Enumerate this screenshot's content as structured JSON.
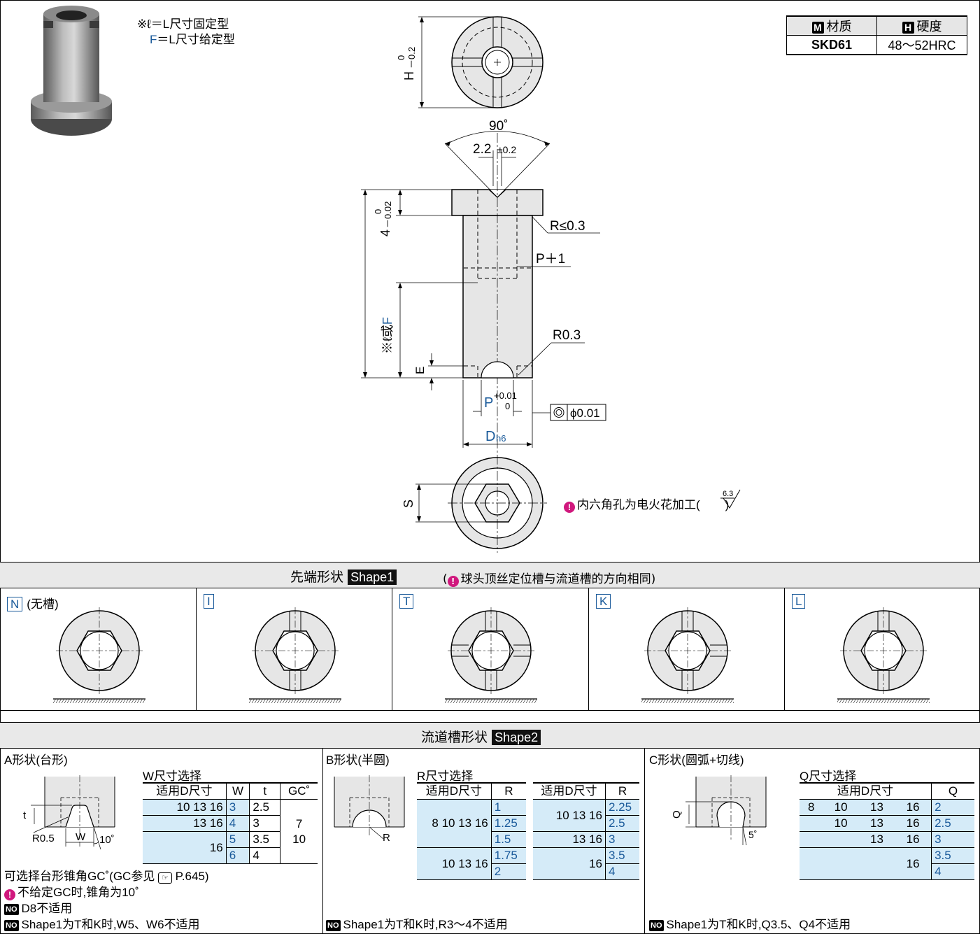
{
  "notes": {
    "l_fixed": "※ℓ＝L尺寸固定型",
    "f_given_prefix": "F",
    "f_given_rest": "＝L尺寸给定型"
  },
  "material_table": {
    "material_badge": "M",
    "material_header": "材质",
    "hardness_badge": "H",
    "hardness_header": "硬度",
    "material_value": "SKD61",
    "hardness_value": "48～52HRC"
  },
  "drawing": {
    "h_tol_main": "H",
    "h_tol_upper": "0",
    "h_tol_lower": "－0.2",
    "angle": "90˚",
    "groove_width": "2.2",
    "groove_tol": "±0.2",
    "head_height": "4",
    "head_tol_upper": "0",
    "head_tol_lower": "－0.02",
    "r_corner": "R≤0.3",
    "p_plus_1": "P＋1",
    "l_or_f_prefix": "※ℓ或",
    "l_or_f_suffix": "F",
    "r_bottom": "R0.3",
    "e_label": "E",
    "p_label": "P",
    "p_tol_upper": "+0.01",
    "p_tol_lower": "0",
    "concentricity": "ϕ0.01",
    "d_label": "D",
    "d_tol": "h6",
    "s_label": "S",
    "edm_note": "内六角孔为电火花加工(",
    "edm_roughness": "6.3",
    "edm_close": ")"
  },
  "shape1": {
    "title": "先端形状",
    "chip": "Shape1",
    "note": "球头顶丝定位槽与流道槽的方向相同)",
    "note_open": "(",
    "items": [
      {
        "code": "N",
        "desc": "(无槽)"
      },
      {
        "code": "I",
        "desc": ""
      },
      {
        "code": "T",
        "desc": ""
      },
      {
        "code": "K",
        "desc": ""
      },
      {
        "code": "L",
        "desc": ""
      }
    ]
  },
  "shape2": {
    "title": "流道槽形状",
    "chip": "Shape2",
    "a": {
      "title": "A形状(台形)",
      "sel_title": "W尺寸选择",
      "headers": [
        "适用D尺寸",
        "W",
        "t",
        "GC˚"
      ],
      "rows": [
        {
          "d": "10   13   16",
          "w": "3",
          "t": "2.5"
        },
        {
          "d": "13   16",
          "w": "4",
          "t": "3"
        },
        {
          "d": "16",
          "w": "5",
          "t": "3.5"
        },
        {
          "w": "6",
          "t": "4"
        }
      ],
      "gc_values": [
        "7",
        "10"
      ],
      "fig_t": "t",
      "fig_r": "R0.5",
      "fig_w": "W",
      "fig_angle": "10˚",
      "note1": "可选择台形锥角GC˚(GC参见",
      "note1_ref": "P.645)",
      "note2": "不给定GC时,锥角为10˚",
      "note3": "D8不适用",
      "note4": "Shape1为T和K时,W5、W6不适用"
    },
    "b": {
      "title": "B形状(半圆)",
      "sel_title": "R尺寸选择",
      "headers": [
        "适用D尺寸",
        "R"
      ],
      "left_groups": [
        {
          "d": "8  10 13 16",
          "r": [
            "1",
            "1.25",
            "1.5"
          ]
        },
        {
          "d": "10 13 16",
          "r": [
            "1.75",
            "2"
          ]
        }
      ],
      "right_groups": [
        {
          "d": "10   13   16",
          "r": [
            "2.25",
            "2.5"
          ]
        },
        {
          "d": "13   16",
          "r": [
            "3"
          ]
        },
        {
          "d": "16",
          "r": [
            "3.5",
            "4"
          ]
        }
      ],
      "fig_r": "R",
      "note": "Shape1为T和K时,R3～4不适用"
    },
    "c": {
      "title": "C形状(圆弧+切线)",
      "sel_title": "Q尺寸选择",
      "headers": [
        "适用D尺寸",
        "Q"
      ],
      "rows": [
        {
          "d": [
            "8",
            "10",
            "13",
            "16"
          ],
          "q": [
            "2"
          ]
        },
        {
          "d": [
            "",
            "10",
            "13",
            "16"
          ],
          "q": [
            "2.5"
          ]
        },
        {
          "d": [
            "",
            "",
            "13",
            "16"
          ],
          "q": [
            "3"
          ]
        },
        {
          "d": [
            "",
            "",
            "",
            "16"
          ],
          "q": [
            "3.5",
            "4"
          ]
        }
      ],
      "fig_q": "Q",
      "fig_angle": "5˚",
      "note": "Shape1为T和K时,Q3.5、Q4不适用"
    }
  },
  "badges": {
    "pin": "!",
    "no": "NO"
  }
}
